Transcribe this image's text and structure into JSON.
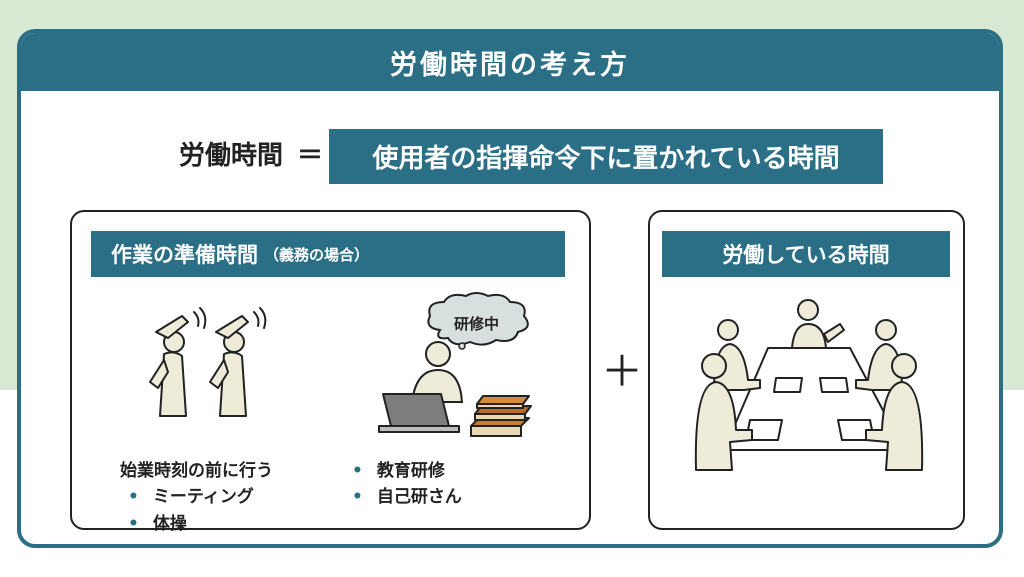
{
  "title": "労働時間の考え方",
  "definition": {
    "label": "労働時間",
    "equals": "＝",
    "highlight": "使用者の指揮命令下に置かれている時間"
  },
  "left_panel": {
    "header": "作業の準備時間",
    "header_note": "（義務の場合）",
    "cloud_text": "研修中",
    "group1": {
      "heading": "始業時刻の前に行う",
      "items": [
        "ミーティング",
        "体操"
      ]
    },
    "group2": {
      "items": [
        "教育研修",
        "自己研さん"
      ]
    }
  },
  "plus_sign": "＋",
  "right_panel": {
    "header": "労働している時間"
  },
  "bullet_char": "•",
  "colors": {
    "accent": "#2b6f87",
    "background_top": "#d7e8d3",
    "figure_fill": "#eeebd9",
    "outline": "#222222"
  },
  "icons": [
    "exercising-people-icon",
    "training-person-icon",
    "laptop-icon",
    "books-icon",
    "thought-cloud-icon",
    "meeting-table-icon"
  ]
}
